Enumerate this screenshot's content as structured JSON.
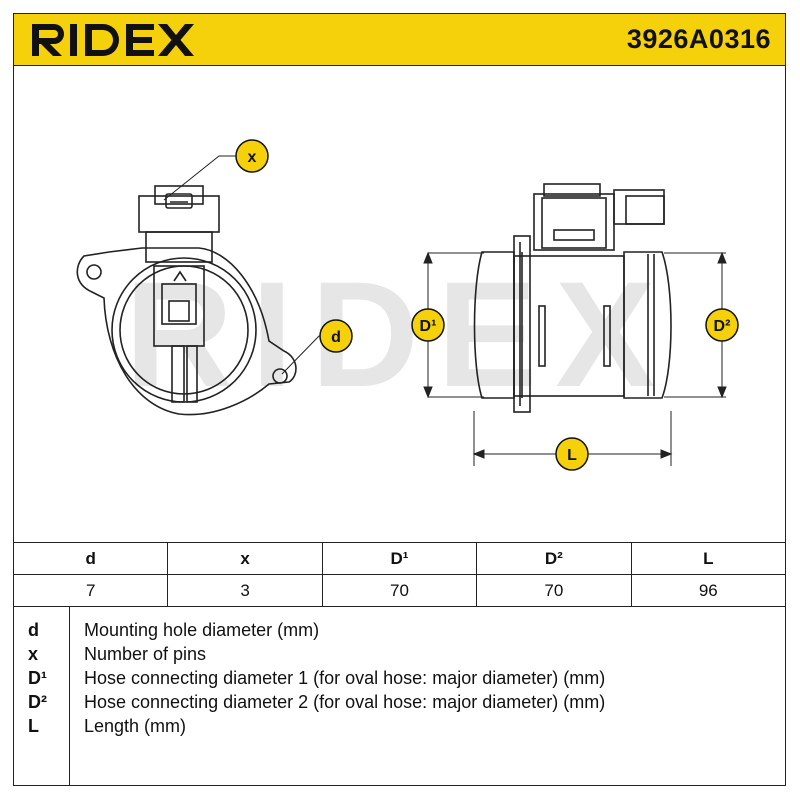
{
  "header": {
    "brand": "RIDEX",
    "part_number": "3926A0316"
  },
  "watermark": "RIDEX",
  "colors": {
    "accent": "#f4d10a",
    "line": "#222222",
    "watermark": "#e6e6e6"
  },
  "callouts": {
    "x": "x",
    "d": "d",
    "d1": "D¹",
    "d2": "D²",
    "l": "L"
  },
  "dimensions_table": {
    "headers": [
      "d",
      "x",
      "D¹",
      "D²",
      "L"
    ],
    "values": [
      "7",
      "3",
      "70",
      "70",
      "96"
    ]
  },
  "legend": [
    {
      "key": "d",
      "description": "Mounting hole diameter (mm)"
    },
    {
      "key": "x",
      "description": "Number of pins"
    },
    {
      "key": "D¹",
      "description": "Hose connecting diameter 1 (for oval hose: major diameter) (mm)"
    },
    {
      "key": "D²",
      "description": "Hose connecting diameter 2 (for oval hose: major diameter) (mm)"
    },
    {
      "key": "L",
      "description": "Length (mm)"
    }
  ]
}
